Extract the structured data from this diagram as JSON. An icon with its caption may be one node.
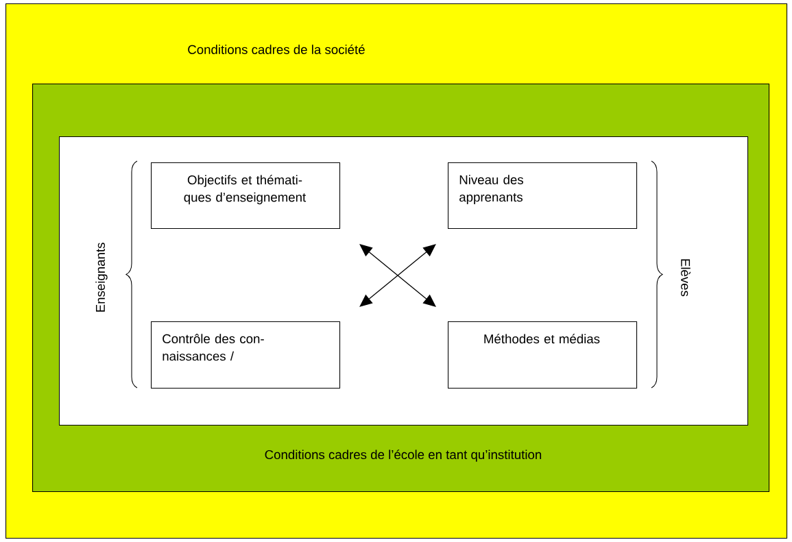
{
  "diagram": {
    "nodes": [
      {
        "text": [
          "Conditions cadres de la société"
        ]
      },
      {
        "text": [
          "Conditions cadres de l’école en tant qu’institution"
        ],
        "in": 0
      },
      {
        "text": [],
        "shape": "box",
        "in": 1
      },
      {
        "text": [
          "Objectifs et thémati- ques d’enseignement"
        ],
        "in": 2
      },
      {
        "text": [
          "Niveau des apprenants"
        ],
        "in": 2
      },
      {
        "text": [
          "Contrôle des con- naissances /"
        ],
        "in": 2
      },
      {
        "text": [
          "Méthodes et médias"
        ],
        "in": 2
      }
    ],
    "edges": [
      {
        "from": 3,
        "to": 6,
        "arrow": "both"
      },
      {
        "from": 5,
        "to": 4,
        "arrow": "both"
      }
    ],
    "labels": [
      "Enseignants",
      "Elèves"
    ]
  }
}
